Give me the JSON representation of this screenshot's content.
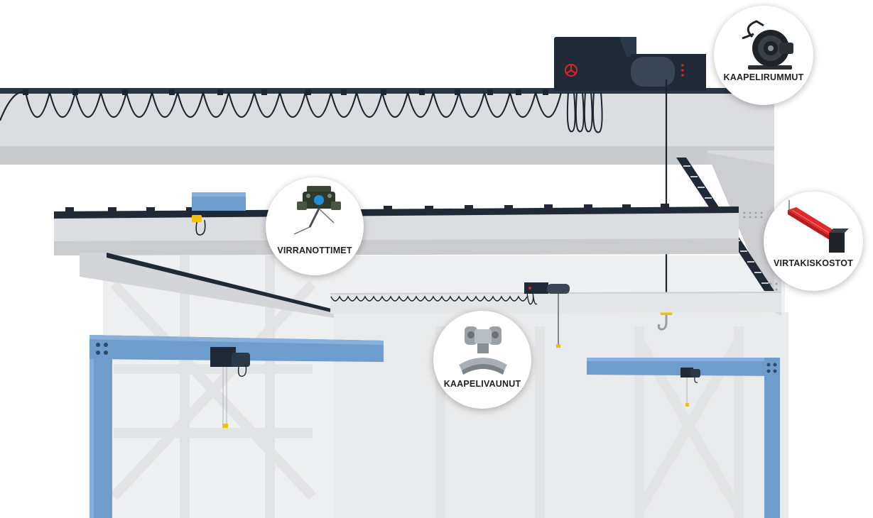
{
  "callouts": {
    "kaapelirummut": {
      "label": "KAAPELIRUMMUT",
      "icon": "cable-reel-icon"
    },
    "virranottimet": {
      "label": "VIRRANOTTIMET",
      "icon": "current-collector-icon"
    },
    "virtakiskostot": {
      "label": "VIRTAKISKOSTOT",
      "icon": "conductor-rail-icon"
    },
    "kaapelivaunut": {
      "label": "KAAPELIVAUNUT",
      "icon": "cable-trolley-icon"
    }
  },
  "colors": {
    "beam_grey": "#dedfe1",
    "beam_shadow": "#c8c9cc",
    "hoist_dark": "#1f2a36",
    "jib_blue": "#6e9ccc",
    "hook_yellow": "#f2c200",
    "rail_red": "#e02a2a"
  }
}
